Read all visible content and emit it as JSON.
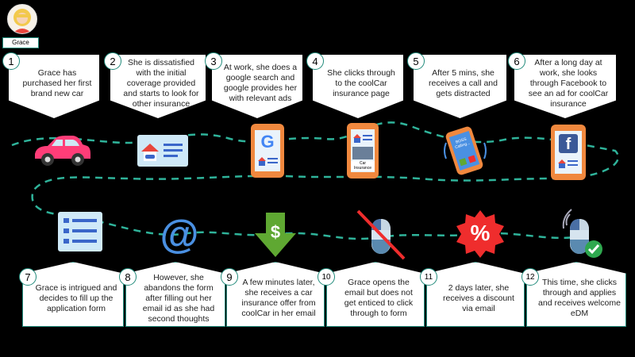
{
  "persona": {
    "name": "Grace"
  },
  "steps": [
    {
      "num": "1",
      "text": "Grace has purchased her first brand new car"
    },
    {
      "num": "2",
      "text": "She is dissatisfied with the initial coverage provided and starts to look for other insurance"
    },
    {
      "num": "3",
      "text": "At work, she does a google search and google provides her with relevant ads"
    },
    {
      "num": "4",
      "text": "She clicks through to the coolCar insurance page"
    },
    {
      "num": "5",
      "text": "After 5 mins, she receives a call and gets distracted"
    },
    {
      "num": "6",
      "text": "After a long day at work, she looks through Facebook to see an ad for coolCar insurance"
    },
    {
      "num": "7",
      "text": "Grace is intrigued and decides to fill up the application form"
    },
    {
      "num": "8",
      "text": "However, she abandons the form after filling out her email id as she had second thoughts"
    },
    {
      "num": "9",
      "text": "A few minutes later, she receives a car insurance offer from coolCar in her email"
    },
    {
      "num": "10",
      "text": "Grace opens the email but does not get enticed to click through to form"
    },
    {
      "num": "11",
      "text": "2 days later, she receives a discount via email"
    },
    {
      "num": "12",
      "text": "This time, she clicks through and applies and receives welcome eDM"
    }
  ],
  "icon_labels": {
    "car_insurance": "Car Insurance",
    "boss_calling": "BOSS Calling...",
    "google_letter": "G",
    "facebook_letter": "f",
    "at_symbol": "@",
    "dollar_symbol": "$",
    "percent_symbol": "%"
  },
  "colors": {
    "accent": "#1f8a7a",
    "path": "#2fb39a",
    "car": "#ff3d78",
    "phone": "#f0883e",
    "blue": "#4a90e2",
    "green": "#5fa832",
    "red": "#ef2d2d"
  }
}
